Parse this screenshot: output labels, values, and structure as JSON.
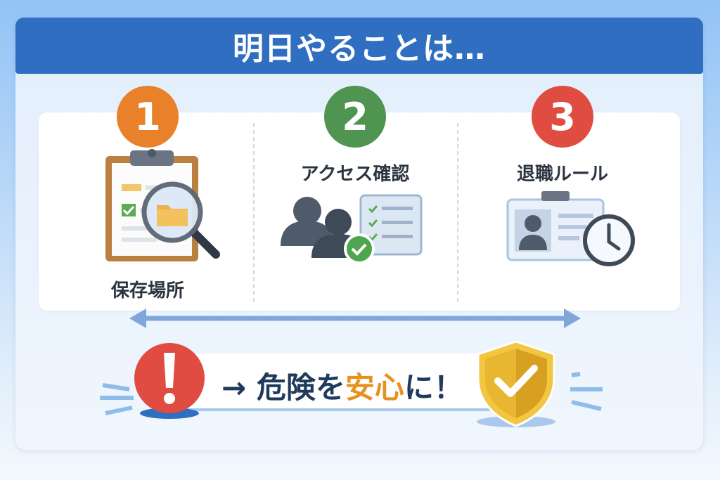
{
  "header": {
    "title": "明日やることは…"
  },
  "steps": [
    {
      "number": "1",
      "label": "保存場所",
      "color": "#e8812a",
      "icon": "clipboard-magnifier-icon"
    },
    {
      "number": "2",
      "label": "アクセス確認",
      "color": "#4f9450",
      "icon": "users-checklist-icon"
    },
    {
      "number": "3",
      "label": "退職ルール",
      "color": "#e04c41",
      "icon": "id-card-clock-icon"
    }
  ],
  "banner": {
    "arrow": "→",
    "part1": "危険を",
    "highlight": "安心",
    "part2": "に！",
    "warning_icon": "exclamation-icon",
    "shield_icon": "shield-check-icon"
  }
}
